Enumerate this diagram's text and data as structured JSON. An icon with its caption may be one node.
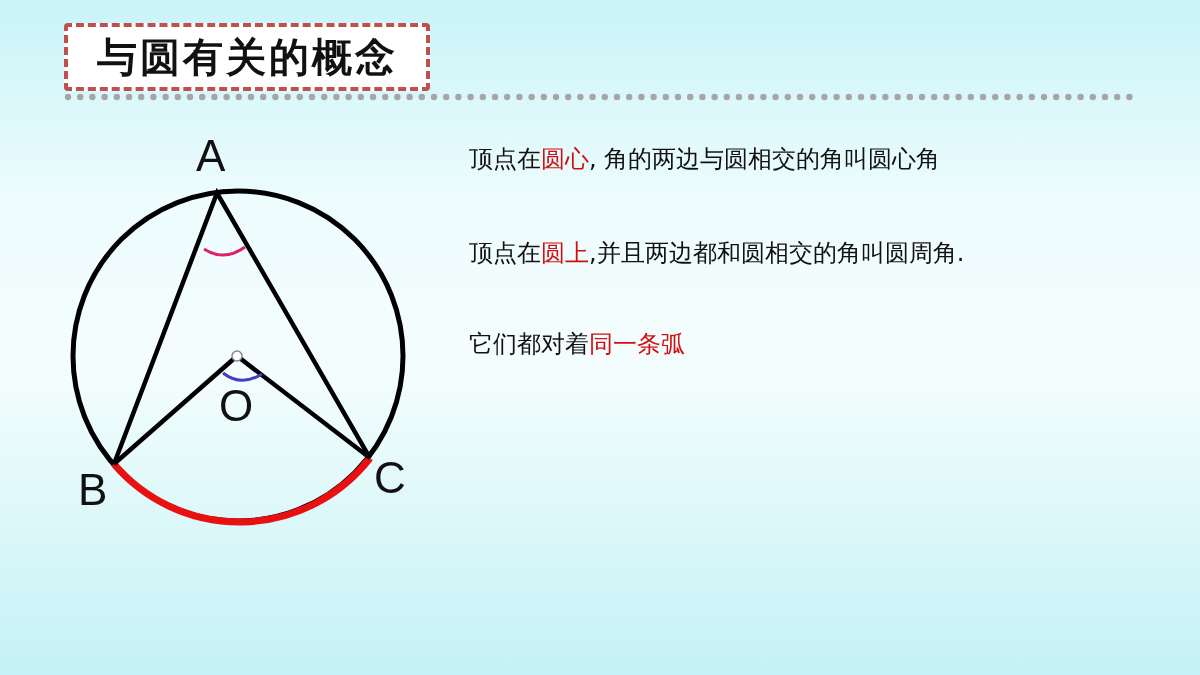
{
  "diagram": {
    "title": "与圆有关的概念",
    "labels": [
      "A",
      "顶点在**圆心**, 角的两边与圆相交的角叫圆心角",
      "顶点在**圆上**,并且两边都和圆相交的角叫圆周角.",
      "它们都对着**同一条弧**",
      "O",
      "B",
      "C"
    ]
  }
}
